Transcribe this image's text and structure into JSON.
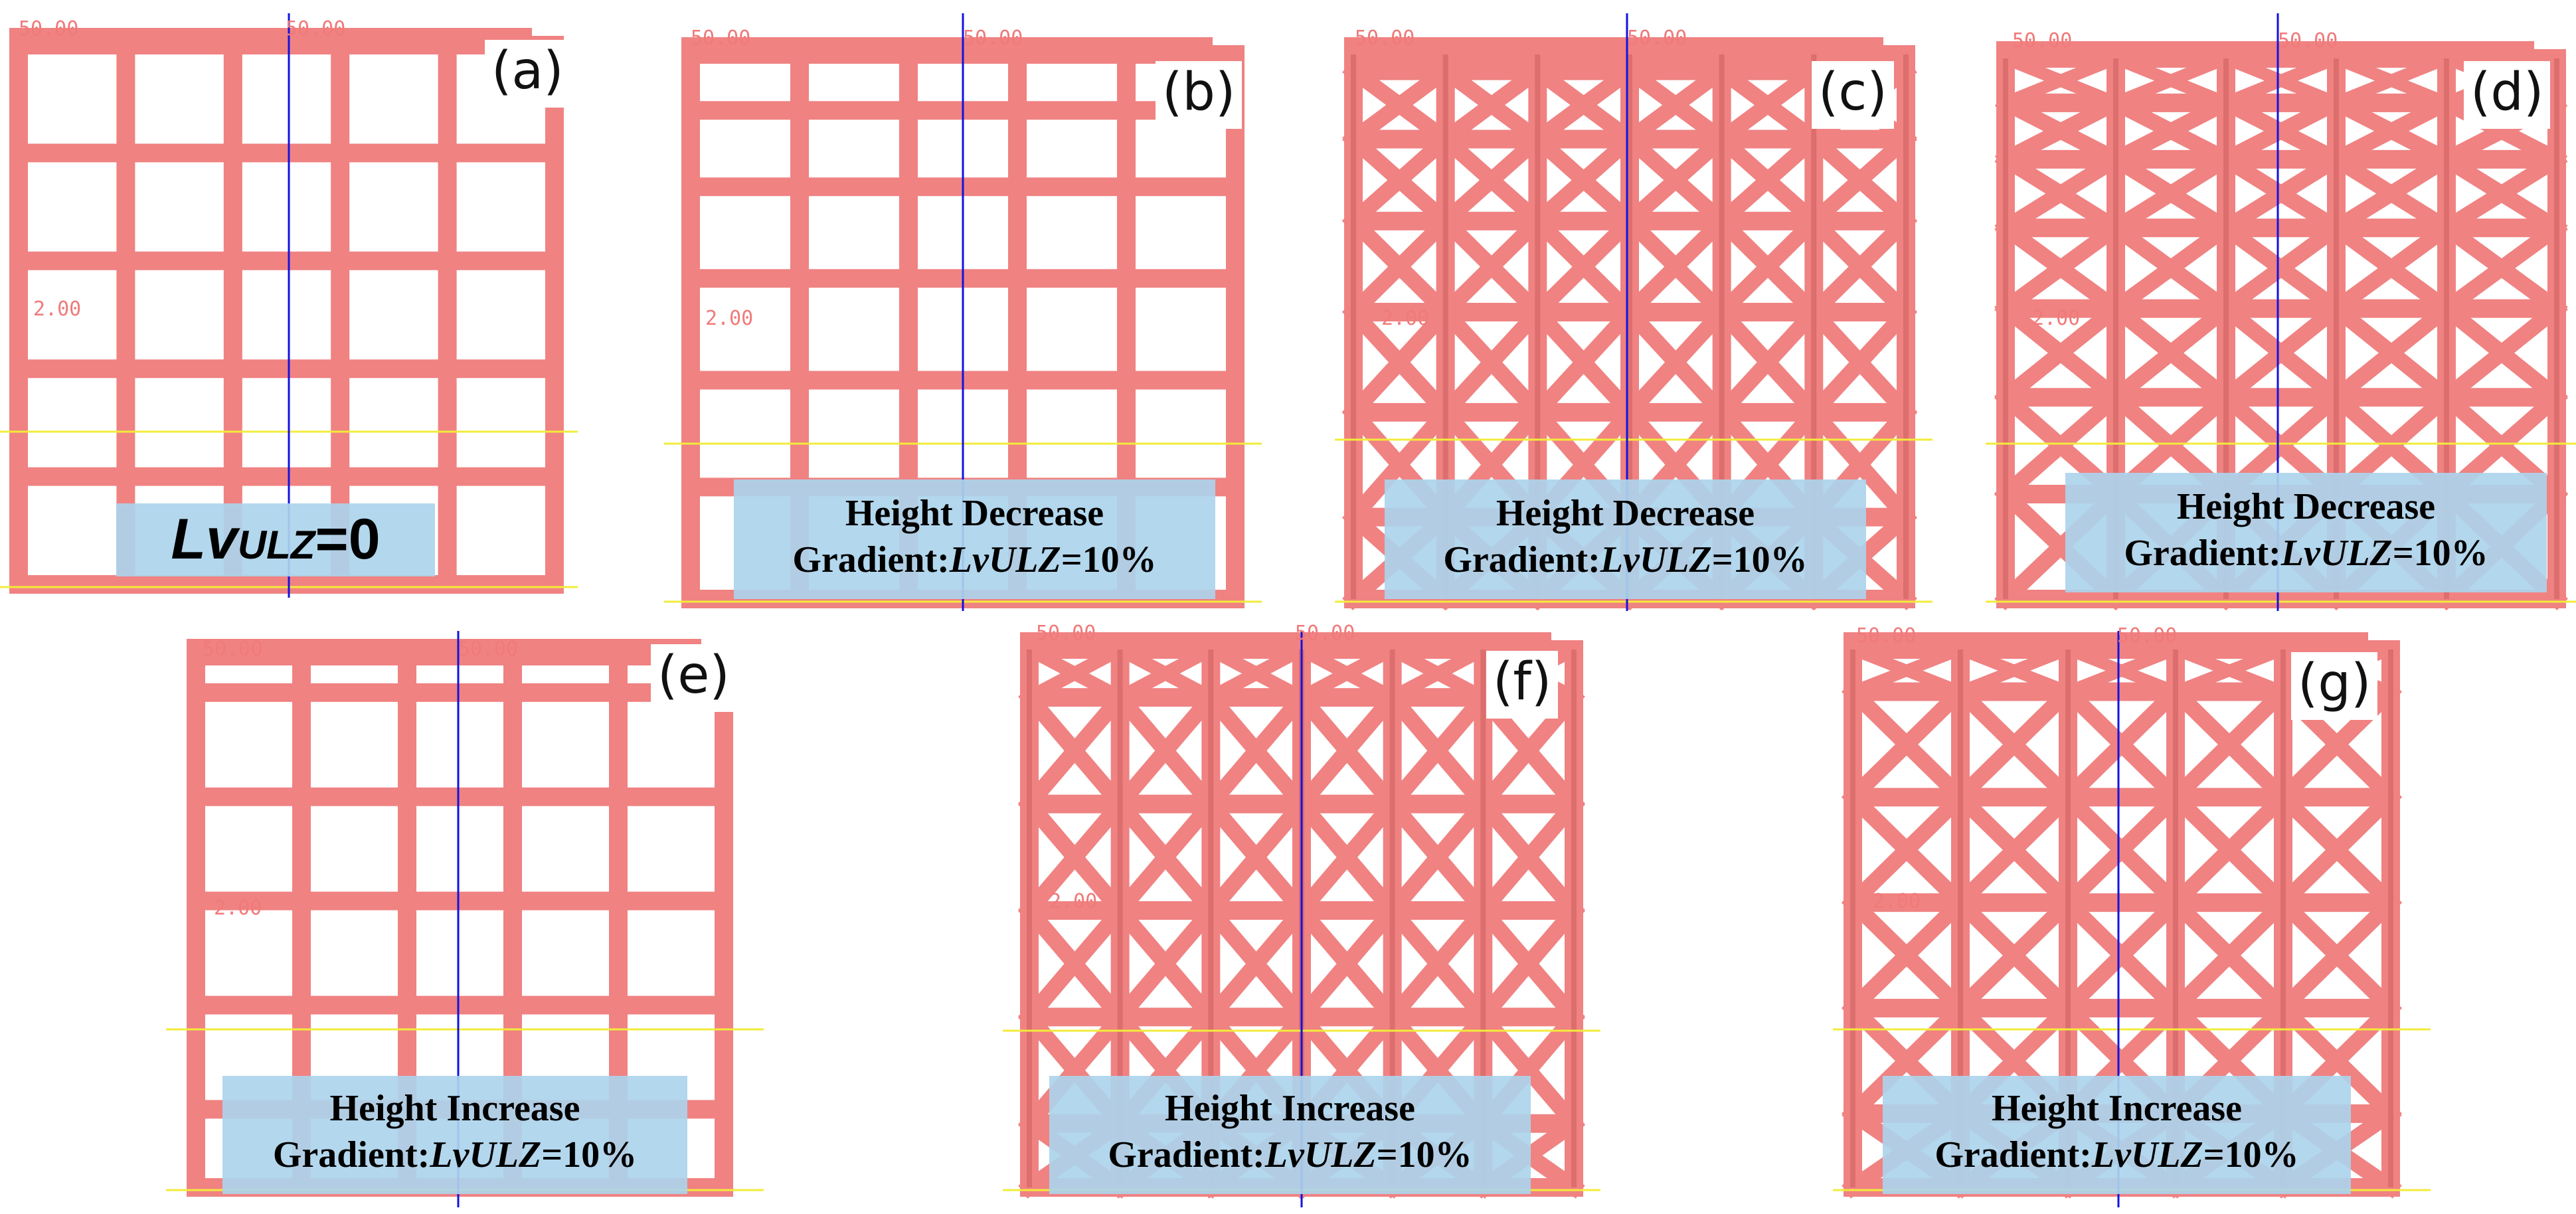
{
  "axis_labels": {
    "top_left": "50.00",
    "top_center": "50.00",
    "mid_left": "2.00"
  },
  "colors": {
    "strut": "#f08282",
    "strut_dark": "#b94a4a",
    "axis_line": "#1212e0",
    "guide_line": "#f2ec3a",
    "caption_bg": "#add4ec"
  },
  "panels": [
    {
      "id": "a",
      "label": "(a)",
      "type": "grid",
      "caption": {
        "var_italic": "Lv",
        "var_sub": "ULZ",
        "value": "=0"
      }
    },
    {
      "id": "b",
      "label": "(b)",
      "type": "grid",
      "caption": {
        "line1": "Height Decrease",
        "prefix": "Gradient:",
        "var": "LvULZ",
        "value": "=10%"
      }
    },
    {
      "id": "c",
      "label": "(c)",
      "type": "diamond",
      "caption": {
        "line1": "Height Decrease",
        "prefix": "Gradient:",
        "var": "LvULZ",
        "value": "=10%"
      }
    },
    {
      "id": "d",
      "label": "(d)",
      "type": "xgrid",
      "caption": {
        "line1": "Height Decrease",
        "prefix": "Gradient:",
        "var": "LvULZ",
        "value": "=10%"
      }
    },
    {
      "id": "e",
      "label": "(e)",
      "type": "grid",
      "caption": {
        "line1": "Height Increase",
        "prefix": "Gradient:",
        "var": "LvULZ",
        "value": "=10%"
      }
    },
    {
      "id": "f",
      "label": "(f)",
      "type": "diamond",
      "caption": {
        "line1": "Height Increase",
        "prefix": "Gradient:",
        "var": "LvULZ",
        "value": "=10%"
      }
    },
    {
      "id": "g",
      "label": "(g)",
      "type": "xgrid",
      "caption": {
        "line1": "Height Increase",
        "prefix": "Gradient:",
        "var": "LvULZ",
        "value": "=10%"
      }
    }
  ]
}
